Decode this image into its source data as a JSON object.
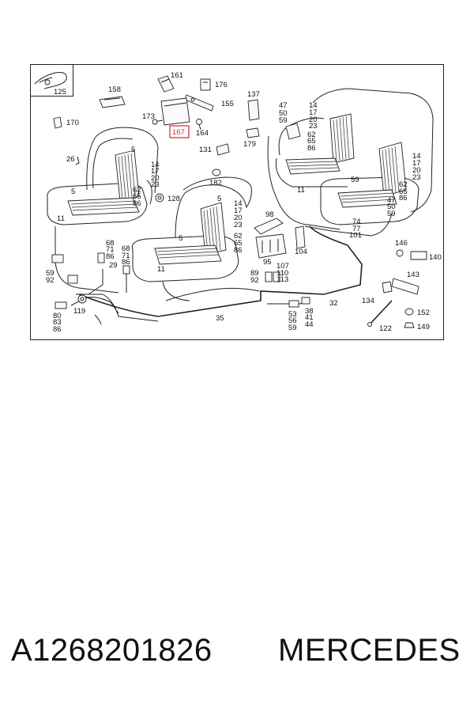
{
  "diagram": {
    "highlight_color": "#d9232a",
    "inset_label": "125",
    "highlighted_part": "167",
    "callouts": {
      "c161": "161",
      "c176": "176",
      "c158": "158",
      "c155": "155",
      "c137": "137",
      "c47": "47",
      "c50": "50",
      "c59a": "59",
      "c173": "173",
      "c164": "164",
      "c170": "170",
      "c179": "179",
      "c131": "131",
      "c5a": "5",
      "c26": "26",
      "c14a": "14",
      "c17a": "17",
      "c20a": "20",
      "c23a": "23",
      "c62a": "62",
      "c65a": "65",
      "c86a": "86",
      "c5b": "5",
      "c128": "128",
      "c182": "182",
      "c5c": "5",
      "c11a": "11",
      "c14b": "14",
      "c17b": "17",
      "c20b": "20",
      "c23b": "23",
      "c98": "98",
      "c5d": "5",
      "c62b": "62",
      "c65b": "65",
      "c86b": "86",
      "c68a": "68",
      "c71a": "71",
      "c86c": "86",
      "c68b": "68",
      "c71b": "71",
      "c86d": "86",
      "c29": "29",
      "c59b": "59",
      "c92a": "92",
      "c11b": "11",
      "c104": "104",
      "c95": "95",
      "c107": "107",
      "c110": "110",
      "c113": "113",
      "c89": "89",
      "c92b": "92",
      "c14c": "14",
      "c17c": "17",
      "c20c": "20",
      "c23c": "23",
      "c62c": "62",
      "c65c": "65",
      "c86e": "86",
      "c11c": "11",
      "c59c": "59",
      "c14d": "14",
      "c17d": "17",
      "c20d": "20",
      "c23d": "23",
      "c62d": "62",
      "c65d": "65",
      "c86f": "86",
      "c74": "74",
      "c77": "77",
      "c101": "101",
      "c47b": "47",
      "c50b": "50",
      "c59d": "59",
      "c146": "146",
      "c140": "140",
      "c143": "143",
      "c134": "134",
      "c152": "152",
      "c149": "149",
      "c122": "122",
      "c119": "119",
      "c80": "80",
      "c83": "83",
      "c86g": "86",
      "c35": "35",
      "c32": "32",
      "c53": "53",
      "c56": "56",
      "c59e": "59",
      "c38": "38",
      "c41": "41",
      "c44": "44"
    }
  },
  "caption": {
    "part_number": "A1268201826",
    "brand": "MERCEDES"
  }
}
